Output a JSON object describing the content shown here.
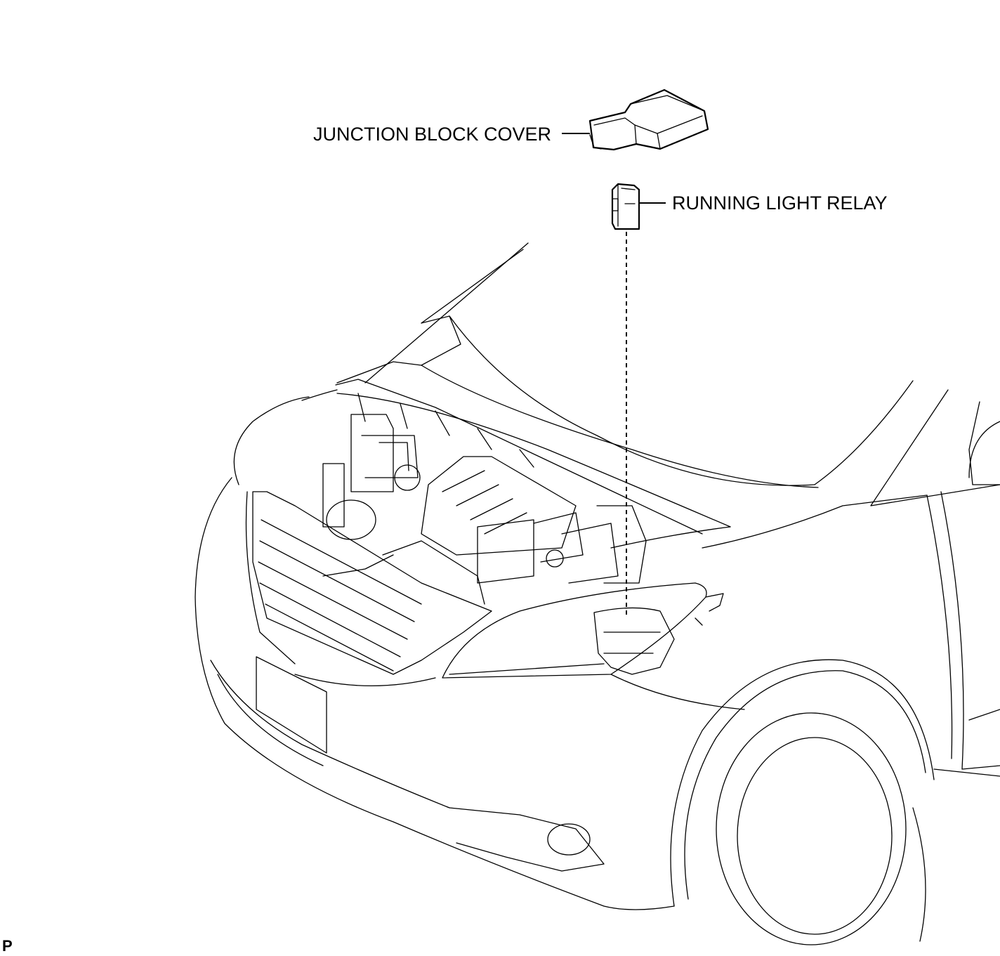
{
  "callouts": {
    "junction_block_cover": "JUNCTION BLOCK COVER",
    "running_light_relay": "RUNNING LIGHT RELAY"
  },
  "corner_mark": "P",
  "colors": {
    "line": "#000000",
    "background": "#ffffff"
  }
}
